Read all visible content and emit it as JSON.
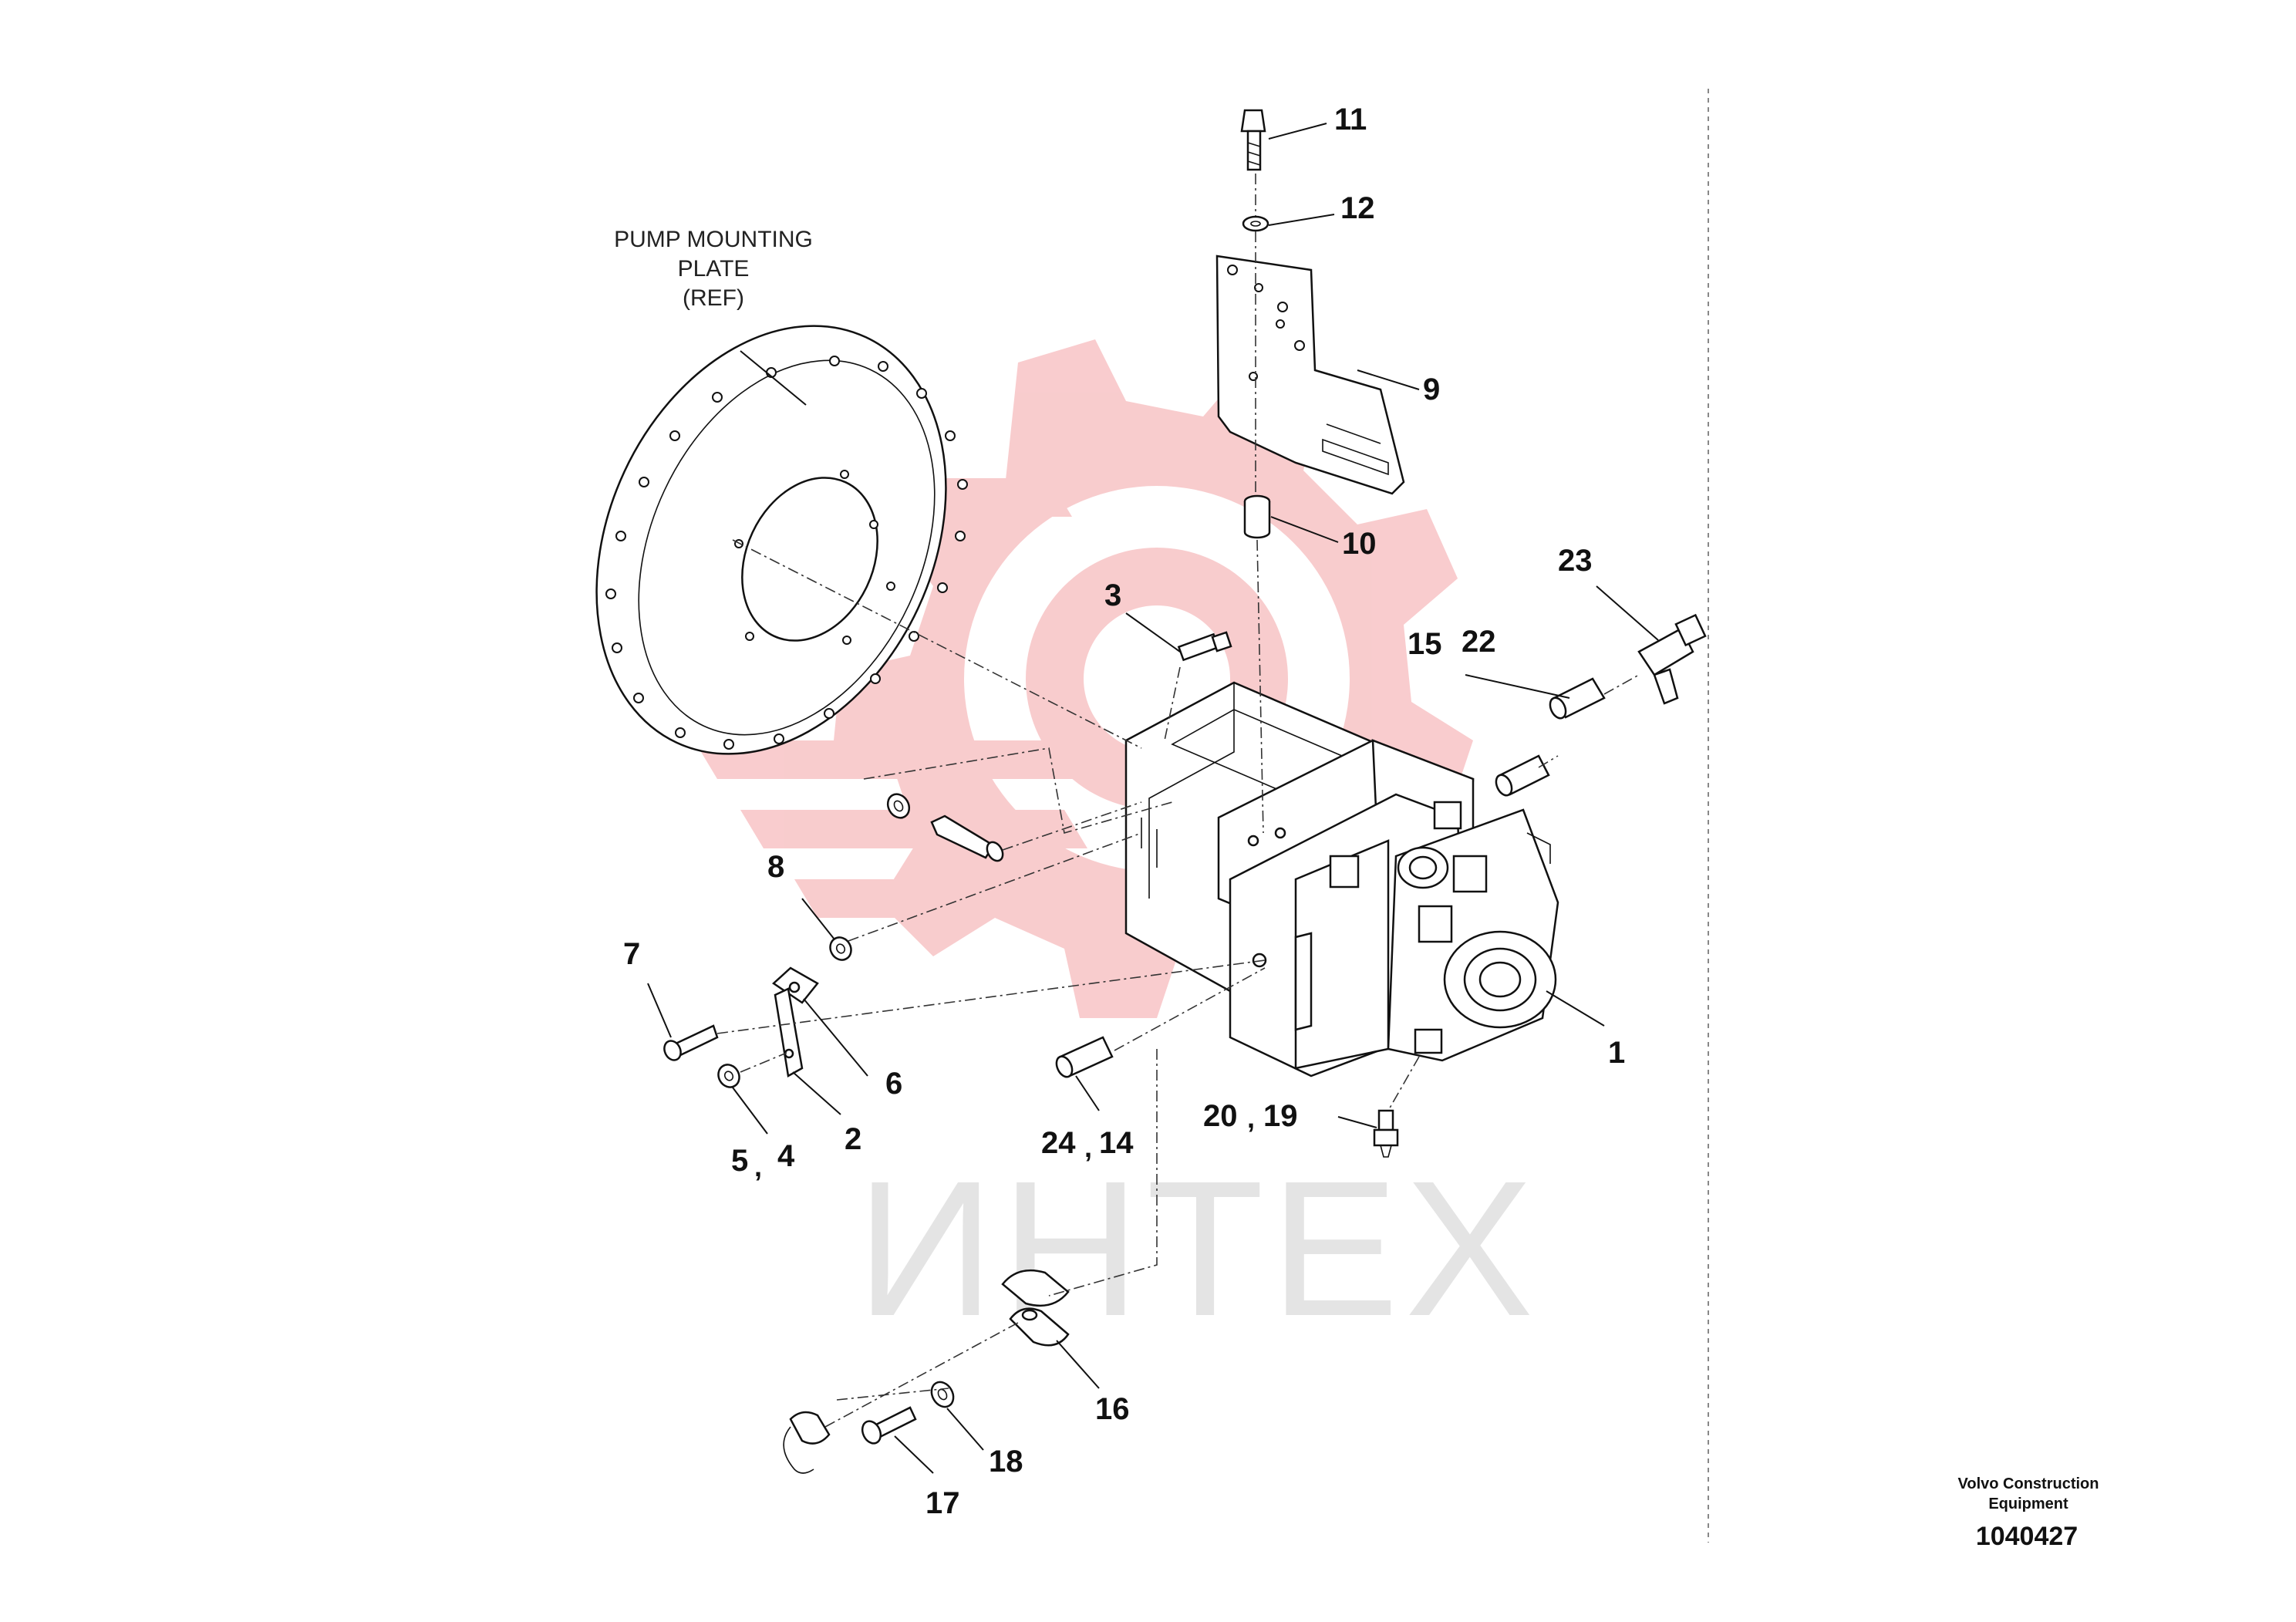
{
  "watermark": {
    "text": "ИНТЕХ",
    "logo_color": "#f4a3a6",
    "text_color": "#e4e4e4"
  },
  "reference_note": {
    "lines": [
      "PUMP MOUNTING",
      "PLATE",
      "(REF)"
    ]
  },
  "callouts": {
    "c1": "1",
    "c2": "2",
    "c3": "3",
    "c4": "4",
    "c5": "5",
    "c6": "6",
    "c7": "7",
    "c8": "8",
    "c9": "9",
    "c10": "10",
    "c11": "11",
    "c12": "12",
    "c14": "14",
    "c15": "15",
    "c16": "16",
    "c17": "17",
    "c18": "18",
    "c19": "19",
    "c20": "20",
    "c22": "22",
    "c23": "23",
    "c24": "24"
  },
  "separator": ",",
  "title_block": {
    "brand_line1": "Volvo Construction",
    "brand_line2": "Equipment",
    "drawing_number": "1040427"
  }
}
